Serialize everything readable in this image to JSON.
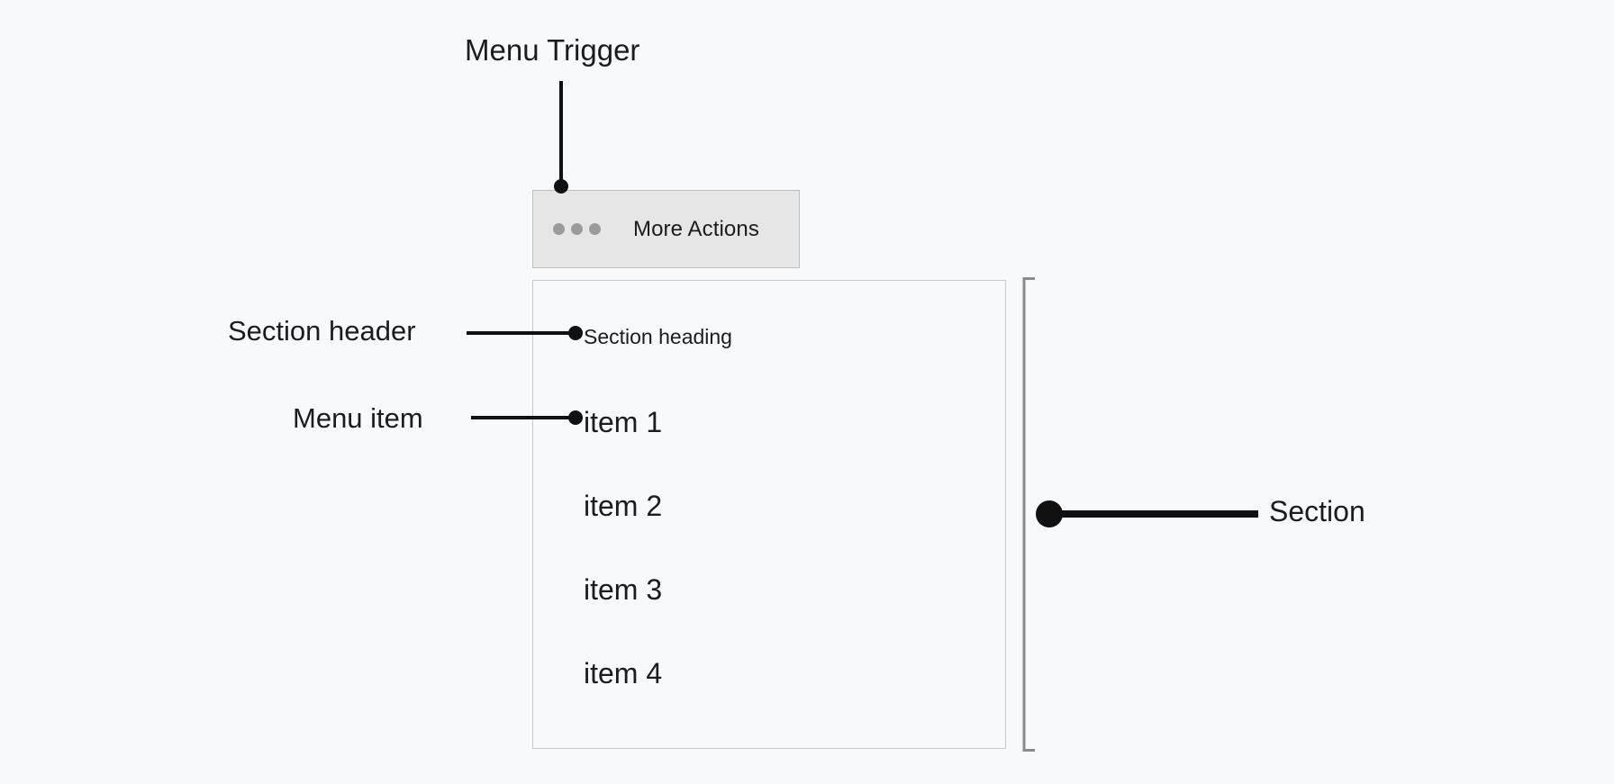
{
  "page": {
    "background_color": "#f8f9fa",
    "text_color": "#1c1c1e"
  },
  "annotations": {
    "menu_trigger": "Menu Trigger",
    "section_header": "Section header",
    "menu_item": "Menu item",
    "section": "Section",
    "line_color": "#111111"
  },
  "menu_trigger": {
    "label": "More Actions",
    "icon": "more-horizontal-icon",
    "background_color": "#e6e6e6",
    "border_color": "#bfbfbf",
    "dot_color": "#9b9b9b"
  },
  "menu_panel": {
    "border_color": "#c9c9c9",
    "background_color": "#f8f9fa",
    "section_heading": "Section heading",
    "items": [
      {
        "label": "item 1"
      },
      {
        "label": "item 2"
      },
      {
        "label": "item 3"
      },
      {
        "label": "item 4"
      }
    ]
  },
  "section_bracket": {
    "color": "#8a8a8a"
  }
}
